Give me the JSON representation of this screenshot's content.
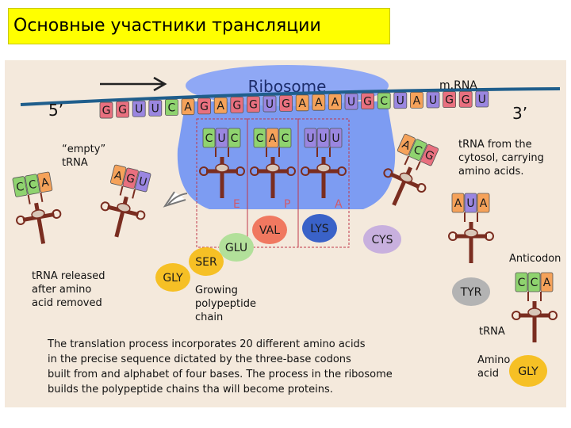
{
  "slide": {
    "title": "Основные участники трансляции"
  },
  "colors": {
    "panel": "#f4e9dc",
    "ribosome_body": "#7d9cf2",
    "ribosome_top": "#8fa8f5",
    "mrna_line": "#1f5e8c",
    "G": "#e8707f",
    "U": "#9a86e0",
    "C": "#8fd36f",
    "A": "#f5a25a",
    "tRNA": "#7a2d20"
  },
  "labels": {
    "ribosome": "Ribosome",
    "mrna": "m.RNA",
    "five_prime": "5’",
    "three_prime": "3’",
    "empty_trna": [
      "“empty”",
      "tRNA"
    ],
    "trna_cytosol": [
      "tRNA from the",
      "cytosol, carrying",
      "amino acids."
    ],
    "anticodon": "Anticodon",
    "trna": "tRNA",
    "amino_acid": [
      "Amino",
      "acid"
    ],
    "released": [
      "tRNA released",
      "after amino",
      "acid removed"
    ],
    "growing": [
      "Growing",
      "polypeptide",
      "chain"
    ],
    "sites": [
      "E",
      "P",
      "A"
    ]
  },
  "mrna_sequence": [
    "G",
    "G",
    "U",
    "U",
    "C",
    "A",
    "G",
    "A",
    "G",
    "G",
    "U",
    "G",
    "A",
    "A",
    "A",
    "U",
    "G",
    "C",
    "U",
    "A",
    "U",
    "G",
    "G",
    "U"
  ],
  "trna_in_ribosome": [
    {
      "site": "E",
      "codon": [
        "C",
        "U",
        "C"
      ]
    },
    {
      "site": "P",
      "codon": [
        "C",
        "A",
        "C"
      ]
    },
    {
      "site": "A",
      "codon": [
        "U",
        "U",
        "U"
      ]
    }
  ],
  "trna_released": [
    {
      "codon": [
        "C",
        "C",
        "A"
      ]
    },
    {
      "codon": [
        "A",
        "G",
        "U"
      ]
    }
  ],
  "trna_incoming": [
    {
      "codon": [
        "A",
        "C",
        "G"
      ],
      "amino_acid": "CYS"
    },
    {
      "codon": [
        "A",
        "U",
        "A"
      ],
      "amino_acid": "TYR"
    },
    {
      "codon": [
        "C",
        "C",
        "A"
      ],
      "amino_acid": "GLY"
    }
  ],
  "peptide_chain": [
    "VAL",
    "LYS",
    "GLU",
    "SER",
    "GLY"
  ],
  "caption": [
    "The translation process incorporates 20 different amino acids",
    "in the precise sequence dictated by the three-base codons",
    "built from and alphabet of four bases. The process in the ribosome",
    "builds the polypeptide chains tha will become proteins."
  ]
}
